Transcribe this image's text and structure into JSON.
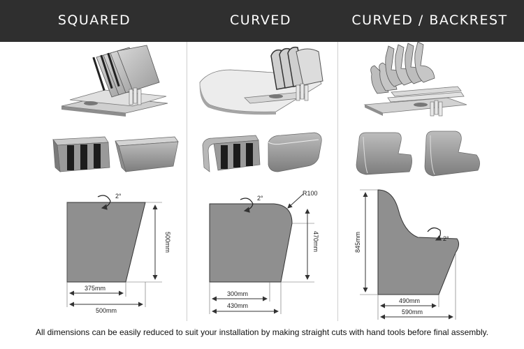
{
  "columns": [
    {
      "title": "SQUARED",
      "angle": "2°",
      "height_label": "500mm",
      "inner_width_label": "375mm",
      "outer_width_label": "500mm"
    },
    {
      "title": "CURVED",
      "angle": "2°",
      "radius_label": "R100",
      "height_label": "470mm",
      "inner_width_label": "300mm",
      "outer_width_label": "430mm"
    },
    {
      "title": "CURVED / BACKREST",
      "angle": "2°",
      "height_label": "845mm",
      "inner_width_label": "490mm",
      "outer_width_label": "590mm"
    }
  ],
  "footer": {
    "note": "All dimensions can be easily reduced to suit your installation by making straight cuts with hand tools before final assembly."
  },
  "colors": {
    "header_bg": "#2f2f2f",
    "panel_fill": "#9a9a9a",
    "line": "#333333"
  }
}
